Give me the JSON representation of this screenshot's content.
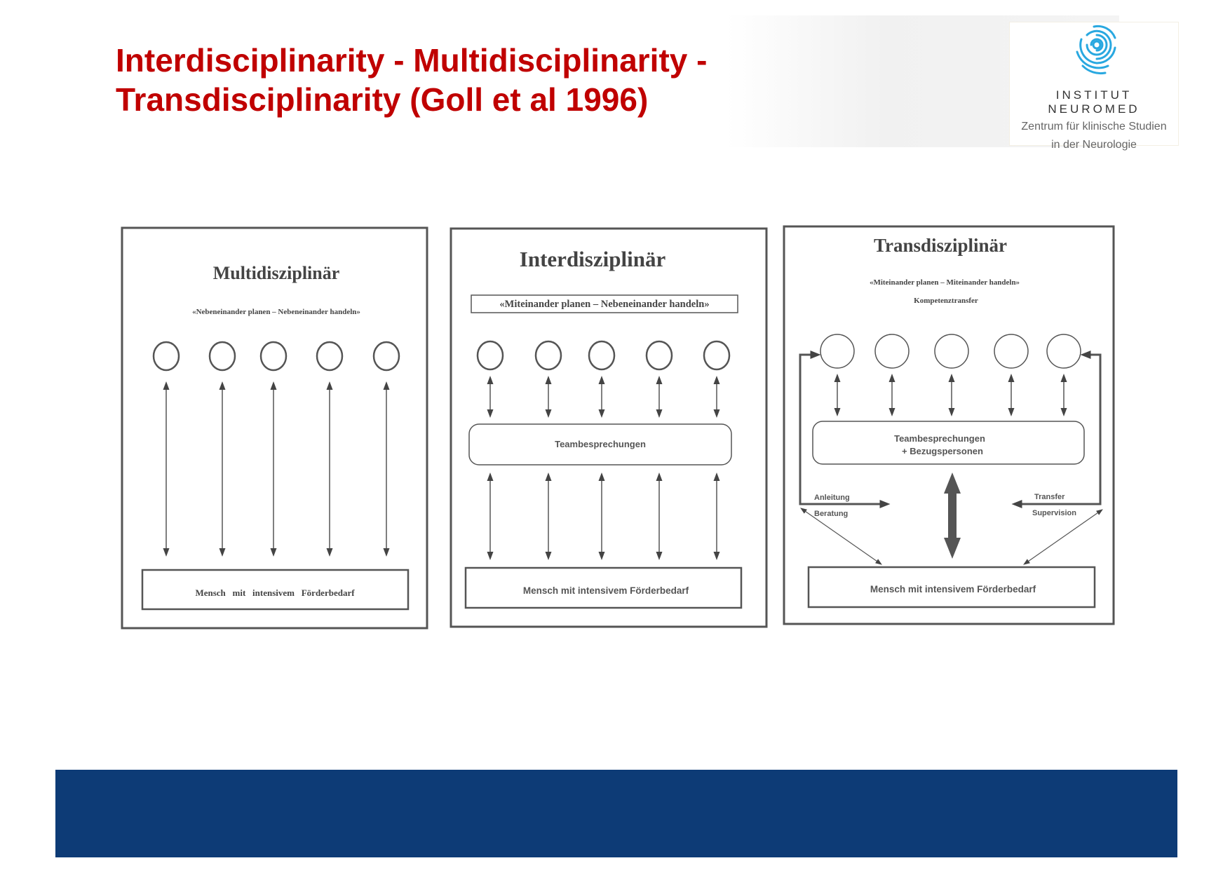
{
  "slide": {
    "title_line1": "Interdisciplinarity - Multidisciplinarity -",
    "title_line2": "Transdisciplinarity (Goll et al 1996)",
    "colors": {
      "title": "#c00000",
      "footer_band": "#0d3b76",
      "logo_accent": "#29a8e0"
    }
  },
  "logo": {
    "name": "INSTITUT NEUROMED",
    "subtitle_line1": "Zentrum für klinische Studien",
    "subtitle_line2": "in der Neurologie"
  },
  "diagram": {
    "multi": {
      "title": "Multidisziplinär",
      "subtitle": "«Nebeneinander planen – Nebeneinander handeln»",
      "bottom": "Mensch   mit   intensivem   Förderbedarf"
    },
    "inter": {
      "title": "Interdisziplinär",
      "subtitle": "«Miteinander planen – Nebeneinander handeln»",
      "team": "Teambesprechungen",
      "bottom": "Mensch mit intensivem Förderbedarf"
    },
    "trans": {
      "title": "Transdisziplinär",
      "subtitle": "«Miteinander planen – Miteinander handeln»",
      "subtitle2": "Kompetenztransfer",
      "team_line1": "Teambesprechungen",
      "team_line2": "+ Bezugspersonen",
      "left_label1": "Anleitung",
      "left_label2": "Beratung",
      "right_label1": "Transfer",
      "right_label2": "Supervision",
      "bottom": "Mensch mit intensivem Förderbedarf"
    }
  }
}
